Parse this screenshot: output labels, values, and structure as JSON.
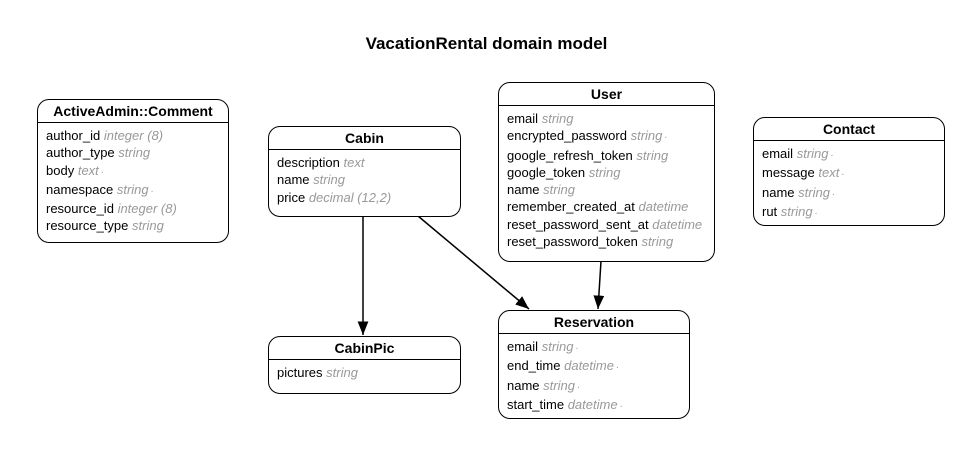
{
  "title": "VacationRental domain model",
  "entities": {
    "active_admin_comment": {
      "name": "ActiveAdmin::Comment",
      "attributes": [
        {
          "name": "author_id",
          "type": "integer (8)",
          "flag": ""
        },
        {
          "name": "author_type",
          "type": "string",
          "flag": ""
        },
        {
          "name": "body",
          "type": "text",
          "flag": "∙"
        },
        {
          "name": "namespace",
          "type": "string",
          "flag": "∙"
        },
        {
          "name": "resource_id",
          "type": "integer (8)",
          "flag": ""
        },
        {
          "name": "resource_type",
          "type": "string",
          "flag": ""
        }
      ]
    },
    "cabin": {
      "name": "Cabin",
      "attributes": [
        {
          "name": "description",
          "type": "text",
          "flag": ""
        },
        {
          "name": "name",
          "type": "string",
          "flag": ""
        },
        {
          "name": "price",
          "type": "decimal (12,2)",
          "flag": ""
        }
      ]
    },
    "user": {
      "name": "User",
      "attributes": [
        {
          "name": "email",
          "type": "string",
          "flag": ""
        },
        {
          "name": "encrypted_password",
          "type": "string",
          "flag": "∙"
        },
        {
          "name": "google_refresh_token",
          "type": "string",
          "flag": ""
        },
        {
          "name": "google_token",
          "type": "string",
          "flag": ""
        },
        {
          "name": "name",
          "type": "string",
          "flag": ""
        },
        {
          "name": "remember_created_at",
          "type": "datetime",
          "flag": ""
        },
        {
          "name": "reset_password_sent_at",
          "type": "datetime",
          "flag": ""
        },
        {
          "name": "reset_password_token",
          "type": "string",
          "flag": ""
        }
      ]
    },
    "contact": {
      "name": "Contact",
      "attributes": [
        {
          "name": "email",
          "type": "string",
          "flag": "∙"
        },
        {
          "name": "message",
          "type": "text",
          "flag": "∙"
        },
        {
          "name": "name",
          "type": "string",
          "flag": "∙"
        },
        {
          "name": "rut",
          "type": "string",
          "flag": "∙"
        }
      ]
    },
    "cabin_pic": {
      "name": "CabinPic",
      "attributes": [
        {
          "name": "pictures",
          "type": "string",
          "flag": ""
        }
      ]
    },
    "reservation": {
      "name": "Reservation",
      "attributes": [
        {
          "name": "email",
          "type": "string",
          "flag": "∙"
        },
        {
          "name": "end_time",
          "type": "datetime",
          "flag": "∙"
        },
        {
          "name": "name",
          "type": "string",
          "flag": "∙"
        },
        {
          "name": "start_time",
          "type": "datetime",
          "flag": "∙"
        }
      ]
    }
  },
  "relationships": [
    {
      "from": "Cabin",
      "to": "CabinPic"
    },
    {
      "from": "Cabin",
      "to": "Reservation"
    },
    {
      "from": "User",
      "to": "Reservation"
    }
  ]
}
